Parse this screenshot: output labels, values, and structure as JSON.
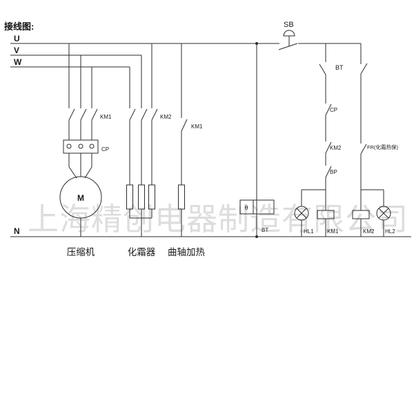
{
  "title": "接线图:",
  "watermark": "上海精创电器制造有限公司",
  "labels": {
    "u": "U",
    "v": "V",
    "w": "W",
    "n": "N",
    "sb": "SB",
    "bt_top": "BT",
    "km1_main": "KM1",
    "cp_protector": "CP",
    "motor": "M",
    "km2_defrost": "KM2",
    "km1_crank": "KM1",
    "cp_contact": "CP",
    "km2_contact": "KM2",
    "bp_contact": "BP",
    "fr_contact": "FR(化霜热保)",
    "theta": "θ",
    "bt_sensor": "BT",
    "hl1": "HL1",
    "km1_coil": "KM1",
    "km2_coil": "KM2",
    "hl2": "HL2",
    "compressor": "压缩机",
    "defroster": "化霜器",
    "crankshaft_heater": "曲轴加热"
  },
  "colors": {
    "line": "#2a2a2a",
    "text": "#1a1a1a",
    "watermark": "#bdbdbd",
    "background": "#ffffff"
  }
}
